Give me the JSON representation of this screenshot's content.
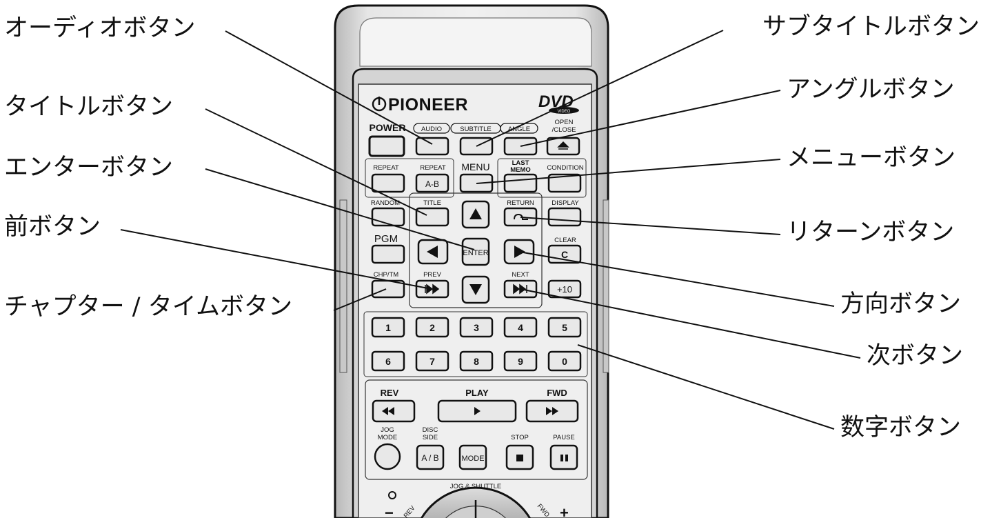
{
  "callouts": {
    "audio": "オーディオボタン",
    "title": "タイトルボタン",
    "enter": "エンターボタン",
    "prev": "前ボタン",
    "chapter_time": "チャプター / タイムボタン",
    "subtitle": "サブタイトルボタン",
    "angle": "アングルボタン",
    "menu": "メニューボタン",
    "return": "リターンボタン",
    "direction": "方向ボタン",
    "next": "次ボタン",
    "number": "数字ボタン"
  },
  "remote": {
    "brand": "PIONEER",
    "dvd_logo": "DVD",
    "dvd_logo_sub": "VIDEO",
    "power": "POWER",
    "audio": "AUDIO",
    "subtitle": "SUBTITLE",
    "angle": "ANGLE",
    "open": "OPEN",
    "close": "/CLOSE",
    "repeat": "REPEAT",
    "repeat_ab": "REPEAT",
    "ab": "A-B",
    "menu": "MENU",
    "last": "LAST",
    "memo": "MEMO",
    "condition": "CONDITION",
    "random": "RANDOM",
    "title": "TITLE",
    "return": "RETURN",
    "display": "DISPLAY",
    "pgm": "PGM",
    "enter": "ENTER",
    "clear": "CLEAR",
    "clear_key": "C",
    "chp_tm": "CHP/TM",
    "prev": "PREV",
    "next": "NEXT",
    "plus10": "+10",
    "digits": [
      "1",
      "2",
      "3",
      "4",
      "5",
      "6",
      "7",
      "8",
      "9",
      "0"
    ],
    "rev": "REV",
    "play": "PLAY",
    "fwd": "FWD",
    "jog": "JOG",
    "mode": "MODE",
    "disc": "DISC",
    "side": "SIDE",
    "ab_side": "A / B",
    "mode_key": "MODE",
    "stop": "STOP",
    "pause": "PAUSE",
    "jog_shuttle": "JOG & SHUTTLE",
    "minus": "−",
    "plus": "+",
    "rev_dial": "REV",
    "fwd_dial": "FWD"
  }
}
